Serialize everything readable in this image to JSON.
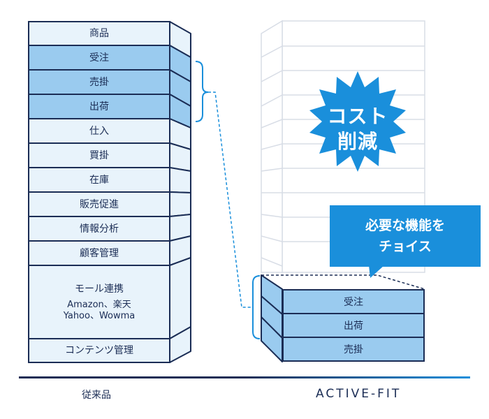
{
  "legacy": {
    "blocks": [
      {
        "label": "商品",
        "highlight": false
      },
      {
        "label": "受注",
        "highlight": true
      },
      {
        "label": "売掛",
        "highlight": true
      },
      {
        "label": "出荷",
        "highlight": true
      },
      {
        "label": "仕入",
        "highlight": false
      },
      {
        "label": "買掛",
        "highlight": false
      },
      {
        "label": "在庫",
        "highlight": false
      },
      {
        "label": "販売促進",
        "highlight": false
      },
      {
        "label": "情報分析",
        "highlight": false
      },
      {
        "label": "顧客管理",
        "highlight": false
      }
    ],
    "mall": {
      "label": "モール連携",
      "sub1": "Amazon、楽天",
      "sub2": "Yahoo、Wowma"
    },
    "content": "コンテンツ管理",
    "caption": "従来品"
  },
  "activefit": {
    "blocks": [
      "受注",
      "出荷",
      "売掛"
    ],
    "logo": "ACTIVE-FIT",
    "burst_line1": "コスト",
    "burst_line2": "削減",
    "bubble_line1": "必要な機能を",
    "bubble_line2": "チョイス"
  },
  "colors": {
    "navy": "#1b2d55",
    "light_block": "#e8f3fb",
    "highlight_block": "#9acbef",
    "accent_blue": "#1a8fdb"
  }
}
